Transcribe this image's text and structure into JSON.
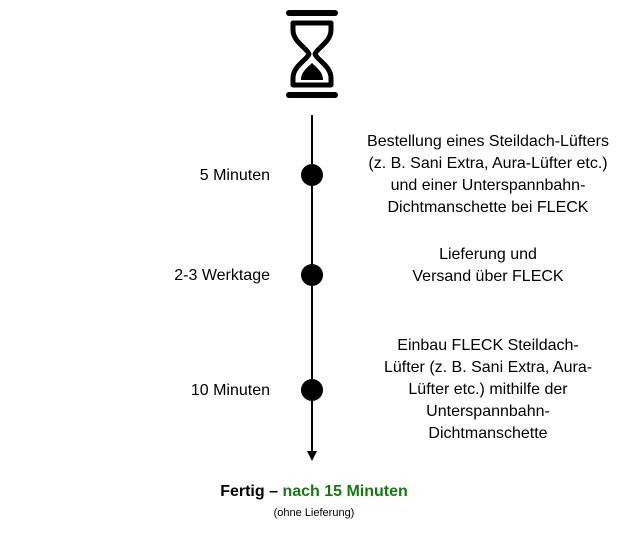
{
  "icon": "hourglass-icon",
  "steps": [
    {
      "time": "5 Minuten",
      "lines": [
        "Bestellung eines Steildach-Lüfters",
        "(z. B. Sani Extra, Aura-Lüfter etc.)",
        "und einer Unterspannbahn-",
        "Dichtmanschette bei FLECK"
      ]
    },
    {
      "time": "2-3 Werktage",
      "lines": [
        "Lieferung und",
        "Versand über FLECK"
      ]
    },
    {
      "time": "10 Minuten",
      "lines": [
        "Einbau FLECK Steildach-",
        "Lüfter (z. B. Sani Extra, Aura-",
        "Lüfter etc.) mithilfe der",
        "Unterspannbahn-",
        "Dichtmanschette"
      ]
    }
  ],
  "final": {
    "prefix": "Fertig – ",
    "highlight": "nach 15 Minuten",
    "note": "(ohne Lieferung)"
  },
  "colors": {
    "highlight": "#137a13"
  }
}
